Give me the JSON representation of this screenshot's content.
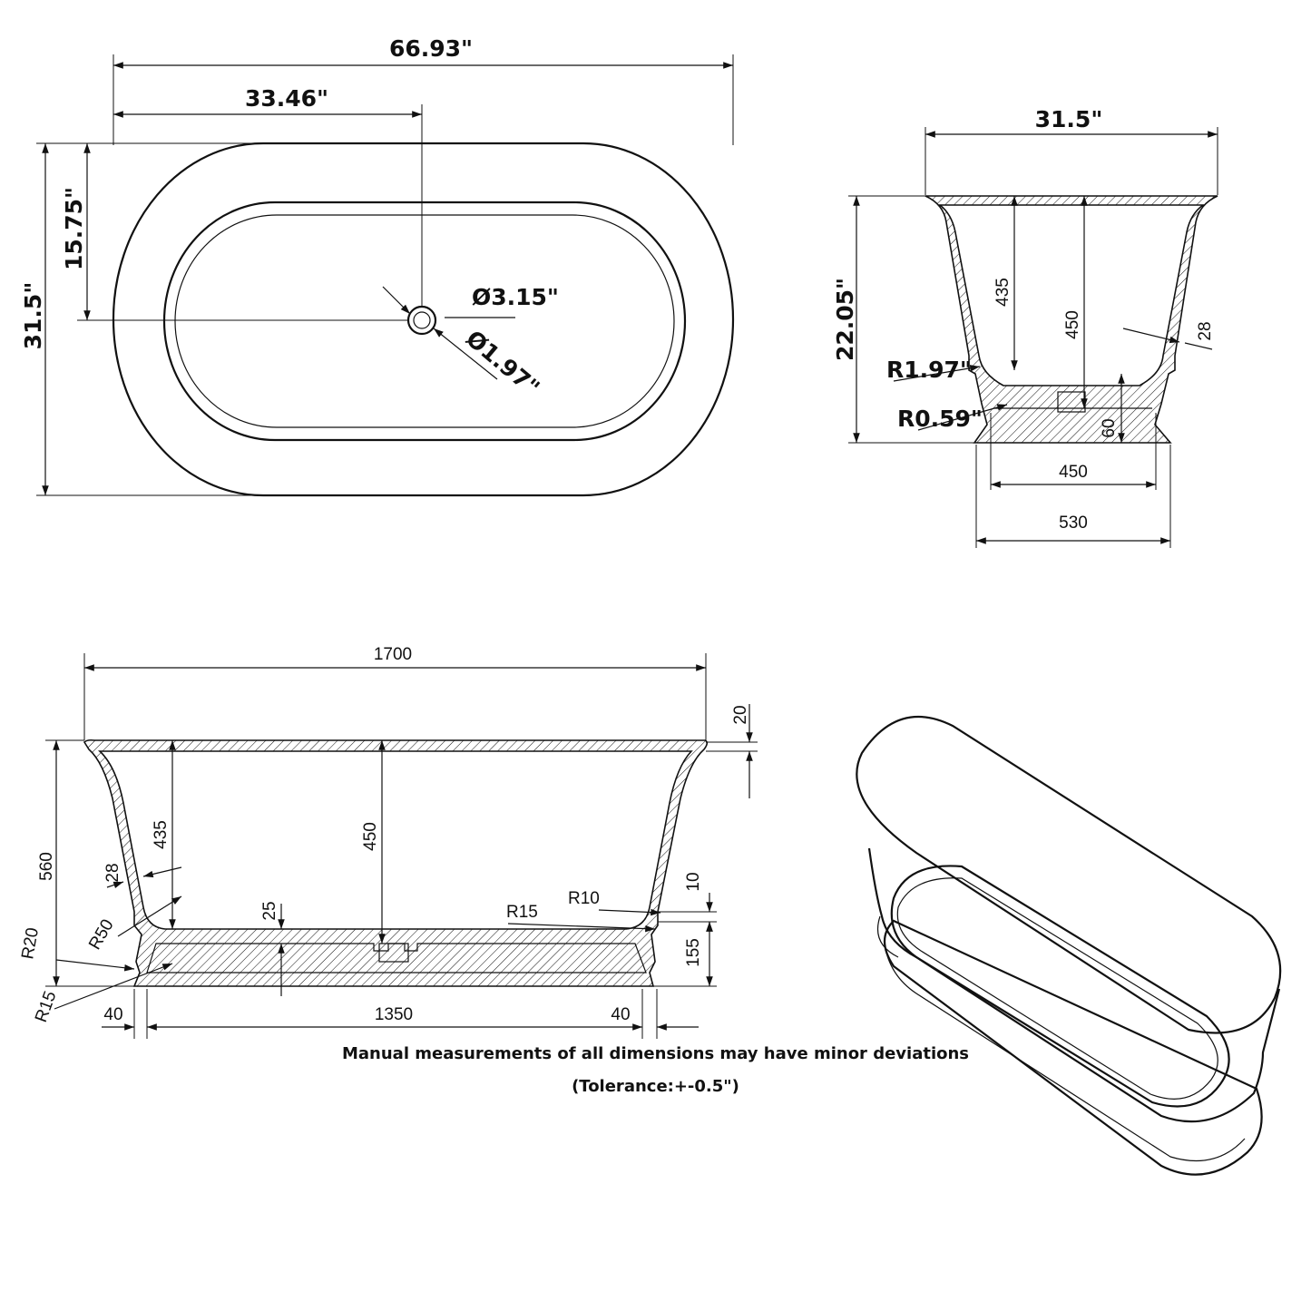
{
  "top_view": {
    "overall_length": "66.93\"",
    "half_length": "33.46\"",
    "width": "31.5\"",
    "half_width": "15.75\"",
    "drain_outer_diameter": "Ø3.15\"",
    "drain_inner_diameter": "Ø1.97\""
  },
  "end_section": {
    "width": "31.5\"",
    "height": "22.05\"",
    "inner_radius_large": "R1.97\"",
    "inner_radius_small": "R0.59\"",
    "inner_depth_side": "435",
    "inner_depth_center": "450",
    "wall_thickness": "28",
    "plinth_height": "60",
    "plinth_inner_width": "450",
    "plinth_outer_width": "530"
  },
  "side_section": {
    "overall_length": "1700",
    "rim_thickness": "20",
    "overall_height": "560",
    "inner_depth_side": "435",
    "inner_depth_center": "450",
    "wall_thickness": "28",
    "floor_thickness": "25",
    "radius_r10": "R10",
    "radius_r15_inner": "R15",
    "step_height": "10",
    "plinth_height": "155",
    "radius_r20": "R20",
    "radius_r50": "R50",
    "radius_r15_base": "R15",
    "base_offset_left": "40",
    "base_length": "1350",
    "base_offset_right": "40"
  },
  "notes": {
    "line1": "Manual measurements of all dimensions may have minor deviations",
    "line2": "(Tolerance:+-0.5\")"
  }
}
